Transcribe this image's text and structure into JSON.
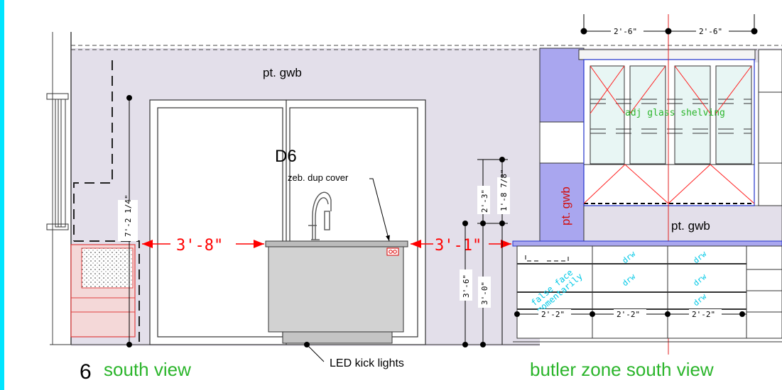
{
  "view_number": "6",
  "view_title": "south view",
  "butler_title": "butler zone south view",
  "labels": {
    "wall_finish_main": "pt. gwb",
    "wall_finish_butler": "pt. gwb",
    "wall_finish_vertical": "pt. gwb",
    "shelving_note": "adj glass shelving",
    "island_tag": "D6",
    "cover_note": "zeb. dup cover",
    "kick_note": "LED kick lights",
    "false_front_note_1": "false face",
    "false_front_note_2": "momentarily",
    "drawer_label": "drw"
  },
  "dimensions": {
    "left_clearance": "3'-8\"",
    "right_clearance": "3'-1\"",
    "left_height": "7'-2 1/4\"",
    "upper_a": "2'-3\"",
    "upper_b": "1'-8 7/8\"",
    "lower_a": "3'-6\"",
    "lower_b": "3'-0\"",
    "top_left_width": "2'-6\"",
    "top_right_width": "2'-6\"",
    "drawer_width_1": "2'-2\"",
    "drawer_width_2": "2'-2\"",
    "drawer_width_3": "2'-2\""
  },
  "colors": {
    "wall_fill": "#e3dfea",
    "accent_blue": "#a9a6ef",
    "dimension_red": "#ff0000",
    "note_green": "#2bb52b",
    "cyan_note": "#00c8e6",
    "frame_cyan": "#00e5ff"
  }
}
